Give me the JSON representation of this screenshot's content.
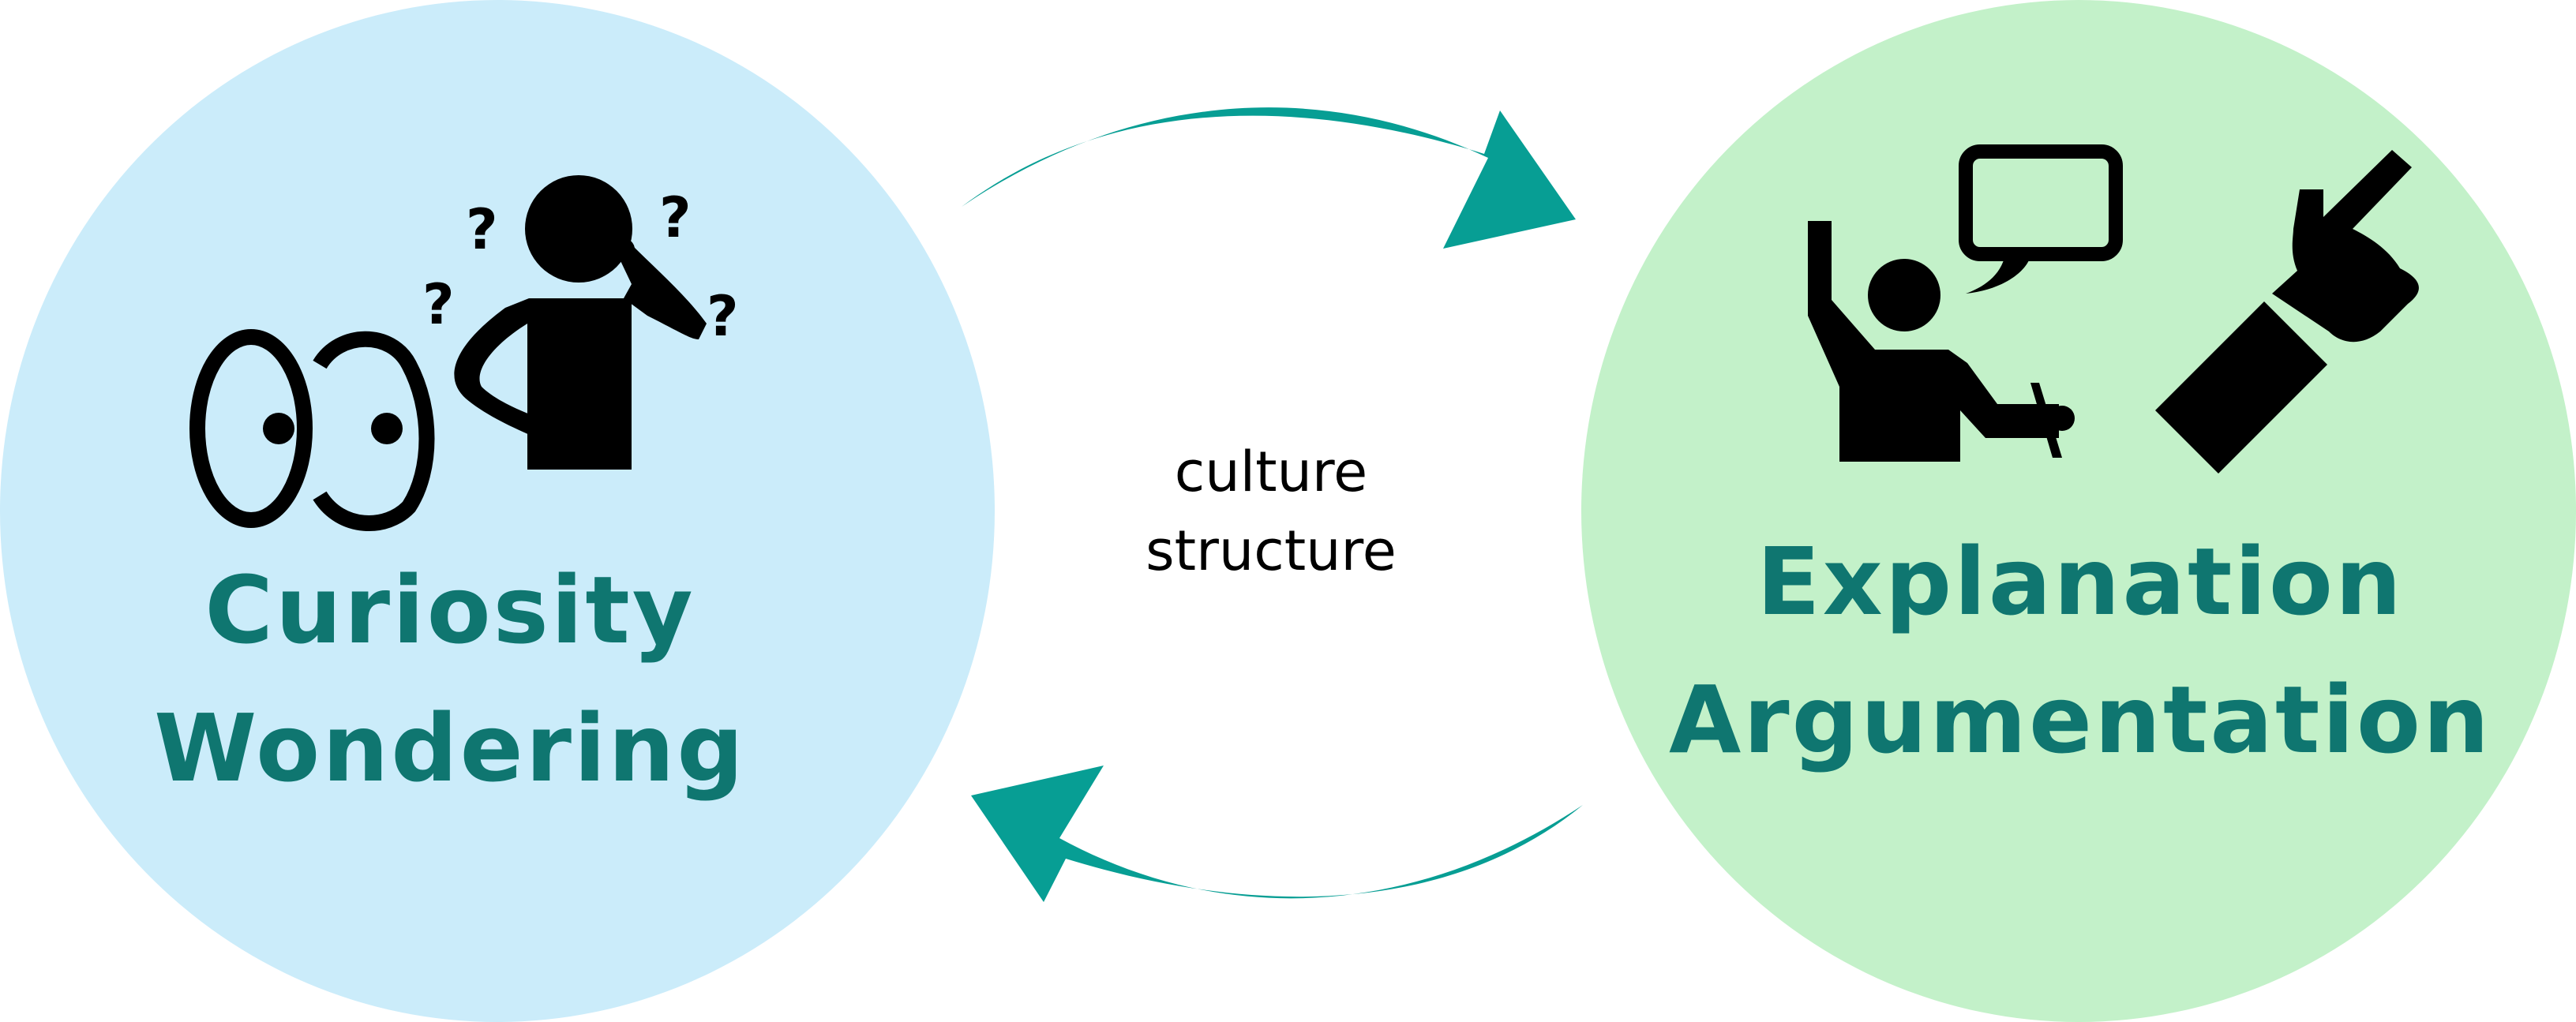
{
  "left": {
    "line1": "Curiosity",
    "line2": "Wondering"
  },
  "center": {
    "line1": "culture",
    "line2": "structure"
  },
  "right": {
    "line1": "Explanation",
    "line2": "Argumentation"
  },
  "colors": {
    "left_circle": "#cbecfa",
    "right_circle": "#c3f1c9",
    "arrow": "#079e94",
    "label_text": "#0f7670",
    "icon": "#000000"
  },
  "icons": [
    "eyes-icon",
    "confused-person-icon",
    "person-with-speech-bubble-icon",
    "raised-hand-icon"
  ]
}
